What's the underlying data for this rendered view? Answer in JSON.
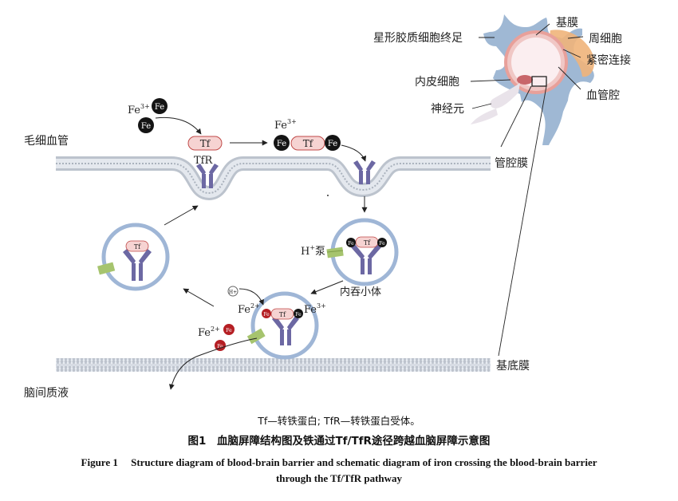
{
  "labels": {
    "capillary": "毛细血管",
    "tfr": "TfR",
    "tf": "Tf",
    "fe": "Fe",
    "fe3": "Fe",
    "sup3": "3+",
    "fe2": "Fe",
    "sup2": "2+",
    "h_pump_h": "H",
    "h_pump_sup": "+",
    "h_pump_suffix": "泵",
    "h_ion": "H+",
    "endosome": "内吞小体",
    "basement_membrane": "基底膜",
    "luminal_membrane": "管腔膜",
    "brain_fluid": "脑间质液",
    "astro_endfoot": "星形胶质细胞终足",
    "endothelial_cell": "内皮细胞",
    "neuron": "神经元",
    "basal_lamina_top": "基膜",
    "pericyte": "周细胞",
    "tight_junction": "紧密连接",
    "vessel_lumen": "血管腔"
  },
  "caption": {
    "note": "Tf—转铁蛋白; TfR—转铁蛋白受体。",
    "zh": "图1　血脑屏障结构图及铁通过Tf/TfR途径跨越血脑屏障示意图",
    "en_line1": "Figure 1　 Structure diagram of blood-brain barrier and schematic diagram of iron crossing the blood-brain barrier",
    "en_line2": "through the Tf/TfR pathway"
  },
  "colors": {
    "membrane_blue": "#9fb6d6",
    "head_gray": "#c5cad3",
    "receptor_purple": "#6c68a3",
    "tf_pink": "#f6d3d2",
    "tf_stroke": "#c04a48",
    "fe3_black": "#141414",
    "fe2_red": "#b51f24",
    "pump_green": "#a6c46e",
    "pericyte_orange": "#f0b47a",
    "lumen_pink": "#f3dfe3"
  }
}
